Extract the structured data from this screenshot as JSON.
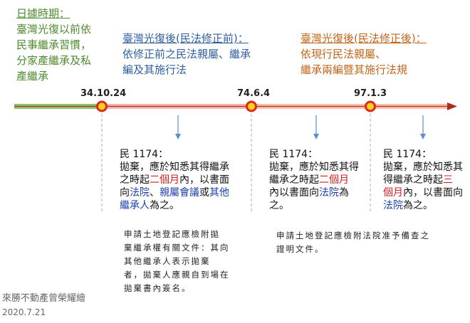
{
  "eras": {
    "japanese": {
      "title": "日據時期：",
      "desc": [
        "臺灣光復以前依",
        "民事繼承習慣，",
        "分家產繼承及私",
        "產繼承"
      ]
    },
    "pre_amend": {
      "title": "臺灣光復後(民法修正前)：",
      "desc": [
        "依修正前之民法親屬、繼承",
        "編及其施行法"
      ]
    },
    "post_amend": {
      "title": "臺灣光復後(民法修正後)：",
      "desc": [
        "依現行民法親屬、",
        "繼承兩編暨其施行法規"
      ]
    }
  },
  "timeline": {
    "dates": [
      "34.10.24",
      "74.6.4",
      "97.1.3"
    ],
    "colors": {
      "green": "#8fc36a",
      "pink": "#f4b4ae",
      "orange": "#f0a070",
      "marker": "#e0281c",
      "marker_fill": "#f6d31c",
      "arrow": "#5b8fd0",
      "dash": "#aaaaaa"
    }
  },
  "notes": {
    "n1": {
      "head": "民 1174：",
      "l1": "拋棄，應於知悉其得繼承",
      "l2a": "之時起",
      "l2b": "二個月",
      "l2c": "內，以書面",
      "l3a": "向",
      "l3b": "法院",
      "l3c": "、",
      "l3d": "親屬會議",
      "l3e": "或",
      "l3f": "其他",
      "l4a": "繼承人",
      "l4b": "為之。"
    },
    "n2": {
      "head": "民 1174：",
      "l1": "拋棄，應於知悉其得",
      "l2a": "繼承之時起",
      "l2b": "二個月",
      "l3a": "內以書面向",
      "l3b": "法院",
      "l3c": "為",
      "l4": "之。"
    },
    "n3": {
      "head": "民 1174：",
      "l1": "拋棄，應於知悉其",
      "l2a": "得繼承之時起",
      "l2b": "三",
      "l3a": "個月",
      "l3b": "內，以書面向",
      "l4a": "法院",
      "l4b": "為之。"
    }
  },
  "docs": {
    "d1": [
      "申請土地登記應檢附拋",
      "棄繼承權有關文件：其向",
      "其他繼承人表示拋棄",
      "者，拋棄人應親自到場在",
      "拋棄書內簽名。"
    ],
    "d2": [
      "申請土地登記應檢附法院准予備查之",
      "證明文件。"
    ]
  },
  "footer": {
    "credit": "來勝不動產曾榮耀繪",
    "date": "2020.7.21"
  }
}
